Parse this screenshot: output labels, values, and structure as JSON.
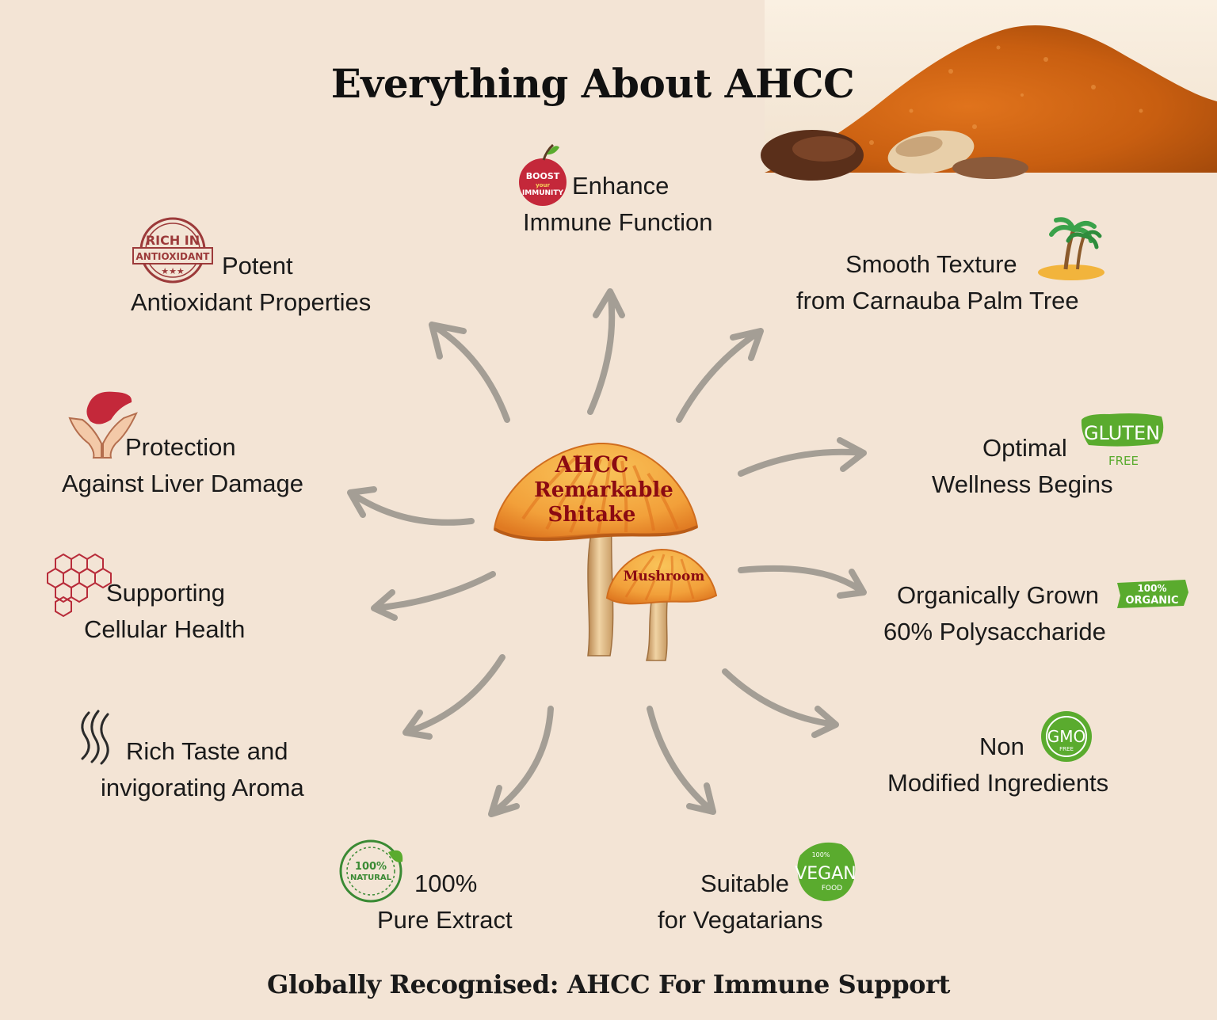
{
  "title": "Everything About AHCC",
  "footer": "Globally Recognised: AHCC For Immune Support",
  "center": {
    "cap_lines": [
      "AHCC",
      "Remarkable",
      "Shitake"
    ],
    "small_cap": "Mushroom"
  },
  "badges": {
    "boost": [
      "BOOST",
      "your",
      "IMMUNITY"
    ],
    "antioxidant": [
      "RICH IN",
      "ANTIOXIDANT",
      "★★★"
    ],
    "gluten": [
      "GLUTEN",
      "FREE"
    ],
    "organic": [
      "100%",
      "ORGANIC"
    ],
    "gmo": [
      "GMO",
      "FREE"
    ],
    "vegan": [
      "100%",
      "VEGAN",
      "FOOD"
    ],
    "natural": [
      "100%",
      "NATURAL"
    ]
  },
  "benefits": {
    "immune": [
      "Enhance",
      "Immune Function"
    ],
    "antioxidant": [
      "Potent",
      "Antioxidant Properties"
    ],
    "texture": [
      "Smooth Texture",
      "from Carnauba Palm Tree"
    ],
    "liver": [
      "Protection",
      "Against Liver Damage"
    ],
    "wellness": [
      "Optimal",
      "Wellness Begins"
    ],
    "cellular": [
      "Supporting",
      "Cellular Health"
    ],
    "organic": [
      "Organically Grown",
      "60% Polysaccharide"
    ],
    "aroma": [
      "Rich Taste and",
      "invigorating Aroma"
    ],
    "gmo": [
      "Non",
      "Modified Ingredients"
    ],
    "pure": [
      "100%",
      "Pure Extract"
    ],
    "vegetarian": [
      "Suitable",
      "for Vegatarians"
    ]
  },
  "colors": {
    "background": "#f3e4d5",
    "arrow": "#a49e95",
    "mushroom_cap": "#f2a03a",
    "cap_text": "#8b0a12",
    "green_badge": "#5aab2e",
    "red_badge": "#c4283a"
  }
}
